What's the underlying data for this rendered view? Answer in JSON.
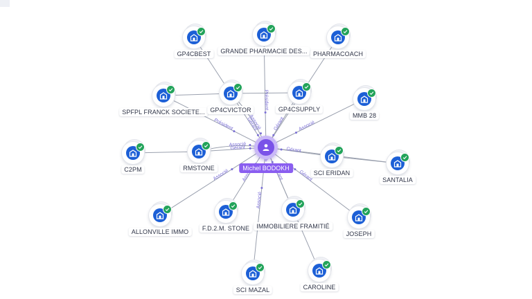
{
  "center": {
    "name": "Michel BODOKH",
    "icon": "person-icon"
  },
  "nodes": [
    {
      "id": "gp4cbest",
      "label": "GP4CBEST",
      "verified": true,
      "icon": "building-icon"
    },
    {
      "id": "grande-pharmacie",
      "label": "GRANDE PHARMACIE DES...",
      "verified": true,
      "icon": "building-icon"
    },
    {
      "id": "pharmacoach",
      "label": "PHARMACOACH",
      "verified": true,
      "icon": "building-icon"
    },
    {
      "id": "spfpl",
      "label": "SPFPL FRANCK SOCIETE...",
      "verified": true,
      "icon": "building-icon"
    },
    {
      "id": "gp4cvictor",
      "label": "GP4CVICTOR",
      "verified": true,
      "icon": "building-icon"
    },
    {
      "id": "gp4csupply",
      "label": "GP4CSUPPLY",
      "verified": true,
      "icon": "building-icon"
    },
    {
      "id": "mmb28",
      "label": "MMB 28",
      "verified": true,
      "icon": "building-icon"
    },
    {
      "id": "c2pm",
      "label": "C2PM",
      "verified": true,
      "icon": "building-icon"
    },
    {
      "id": "rmstone",
      "label": "RMSTONE",
      "verified": true,
      "icon": "building-icon"
    },
    {
      "id": "sci-eridan",
      "label": "SCI ERIDAN",
      "verified": true,
      "icon": "building-icon"
    },
    {
      "id": "santalia",
      "label": "SANTALIA",
      "verified": true,
      "icon": "building-icon"
    },
    {
      "id": "allonville",
      "label": "ALLONVILLE IMMO",
      "verified": true,
      "icon": "building-icon"
    },
    {
      "id": "fd2m",
      "label": "F.D.2.M. STONE",
      "verified": true,
      "icon": "building-icon"
    },
    {
      "id": "framitie",
      "label": "IMMOBILIERE FRAMITIÉ",
      "verified": true,
      "icon": "building-icon"
    },
    {
      "id": "joseph",
      "label": "JOSEPH",
      "verified": true,
      "icon": "building-icon"
    },
    {
      "id": "sci-mazal",
      "label": "SCI MAZAL",
      "verified": true,
      "icon": "building-icon"
    },
    {
      "id": "caroline",
      "label": "CAROLINE",
      "verified": true,
      "icon": "building-icon"
    }
  ],
  "edges": [
    {
      "from": "center",
      "to": "grande-pharmacie",
      "label": "Président"
    },
    {
      "from": "center",
      "to": "gp4cvictor",
      "label": "Gérant"
    },
    {
      "from": "center",
      "to": "gp4cvictor",
      "label": "Associé"
    },
    {
      "from": "center",
      "to": "gp4csupply",
      "label": "Gérant"
    },
    {
      "from": "center",
      "to": "mmb28",
      "label": "Associé"
    },
    {
      "from": "center",
      "to": "spfpl",
      "label": "Président"
    },
    {
      "from": "center",
      "to": "rmstone",
      "label": "Gérant"
    },
    {
      "from": "center",
      "to": "rmstone",
      "label": "Associé"
    },
    {
      "from": "center",
      "to": "sci-eridan",
      "label": "Gérant"
    },
    {
      "from": "center",
      "to": "joseph",
      "label": "Gérant"
    },
    {
      "from": "center",
      "to": "allonville",
      "label": "Associé"
    },
    {
      "from": "center",
      "to": "fd2m",
      "label": "Associé"
    },
    {
      "from": "center",
      "to": "framitie",
      "label": "Gérant"
    },
    {
      "from": "center",
      "to": "sci-mazal",
      "label": "Associé"
    },
    {
      "from": "center",
      "to": "caroline",
      "label": ""
    },
    {
      "from": "center",
      "to": "pharmacoach",
      "label": ""
    },
    {
      "from": "center",
      "to": "santalia",
      "label": ""
    },
    {
      "from": "gp4cvictor",
      "to": "gp4cbest",
      "label": ""
    },
    {
      "from": "gp4cvictor",
      "to": "spfpl",
      "label": ""
    },
    {
      "from": "gp4cvictor",
      "to": "gp4csupply",
      "label": ""
    },
    {
      "from": "sci-eridan",
      "to": "santalia",
      "label": ""
    },
    {
      "from": "rmstone",
      "to": "c2pm",
      "label": ""
    }
  ]
}
